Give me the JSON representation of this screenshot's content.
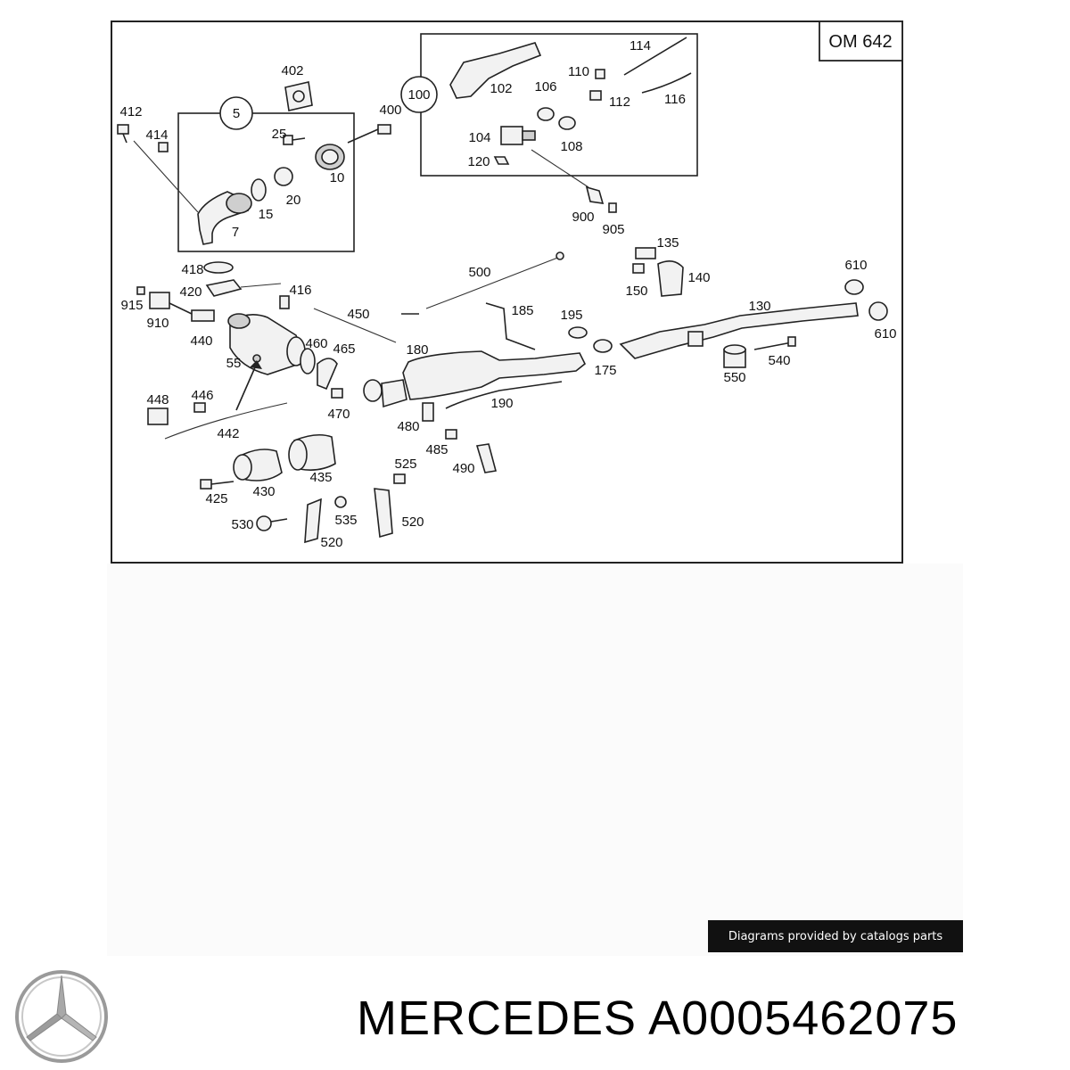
{
  "diagram": {
    "engine_label": "OM 642",
    "groups": {
      "group_5": "5",
      "group_100": "100"
    },
    "part_labels": [
      "402",
      "412",
      "414",
      "25",
      "400",
      "10",
      "20",
      "15",
      "7",
      "102",
      "106",
      "104",
      "110",
      "108",
      "114",
      "112",
      "116",
      "120",
      "900",
      "905",
      "418",
      "420",
      "416",
      "915",
      "910",
      "440",
      "55",
      "450",
      "500",
      "185",
      "180",
      "195",
      "135",
      "140",
      "150",
      "130",
      "610",
      "610",
      "175",
      "540",
      "550",
      "460",
      "465",
      "470",
      "448",
      "446",
      "442",
      "430",
      "425",
      "435",
      "190",
      "480",
      "485",
      "490",
      "525",
      "530",
      "535",
      "520",
      "520"
    ]
  },
  "footer": {
    "credit": "Diagrams provided by catalogs parts",
    "brand": "MERCEDES",
    "part_number": "A0005462075",
    "logo_icon": "mercedes-star-icon"
  }
}
